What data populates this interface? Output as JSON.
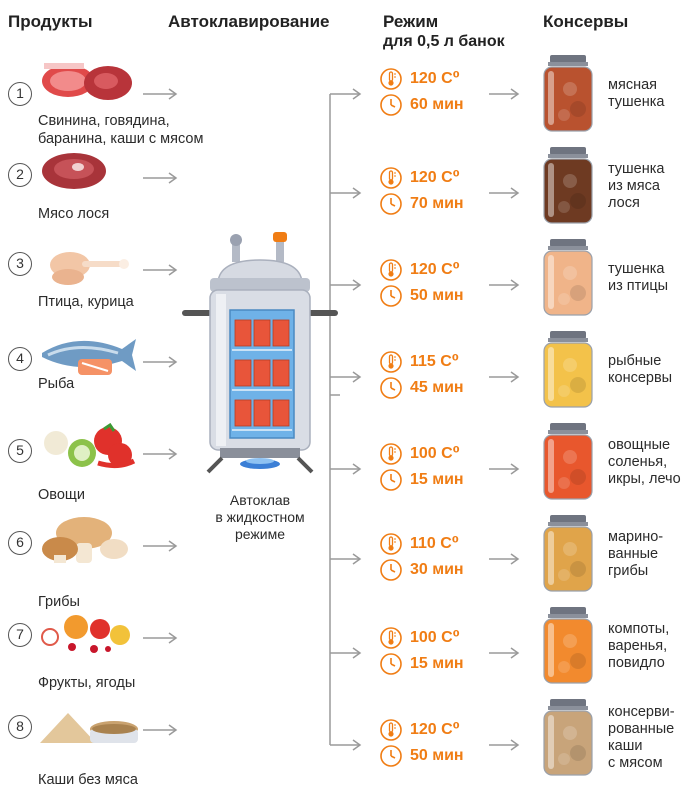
{
  "headers": {
    "products": "Продукты",
    "autoclaving": "Автоклавирование",
    "mode_line1": "Режим",
    "mode_line2": "для 0,5 л банок",
    "preserves": "Консервы"
  },
  "autoclave": {
    "label_line1": "Автоклав",
    "label_line2": "в жидкостном",
    "label_line3": "режиме"
  },
  "colors": {
    "accent": "#f07d14",
    "arrow": "#9a9a9a",
    "text": "#2b2b2b",
    "steel": "#c9cdd6",
    "rack_fill": "#e8553a"
  },
  "rows": [
    {
      "num": "1",
      "product": [
        "Свинина, говядина,",
        "баранина, каши с мясом"
      ],
      "temp": "120 C⁰",
      "time": "60 мин",
      "preserve": [
        "мясная",
        "тушенка"
      ],
      "food_icon": "meat-icon",
      "jar_color": "#b9522f"
    },
    {
      "num": "2",
      "product": [
        "Мясо лося"
      ],
      "temp": "120 C⁰",
      "time": "70 мин",
      "preserve": [
        "тушенка",
        "из мяса",
        "лося"
      ],
      "food_icon": "elk-meat-icon",
      "jar_color": "#6e3a22"
    },
    {
      "num": "3",
      "product": [
        "Птица, курица"
      ],
      "temp": "120 C⁰",
      "time": "50 мин",
      "preserve": [
        "тушенка",
        "из птицы"
      ],
      "food_icon": "chicken-icon",
      "jar_color": "#f0b489"
    },
    {
      "num": "4",
      "product": [
        "Рыба"
      ],
      "temp": "115 C⁰",
      "time": "45 мин",
      "preserve": [
        "рыбные",
        "консервы"
      ],
      "food_icon": "fish-icon",
      "jar_color": "#f3c24a"
    },
    {
      "num": "5",
      "product": [
        "Овощи"
      ],
      "temp": "100 C⁰",
      "time": "15 мин",
      "preserve": [
        "овощные",
        "соленья,",
        "икры, лечо"
      ],
      "food_icon": "vegetables-icon",
      "jar_color": "#e8572d"
    },
    {
      "num": "6",
      "product": [
        "Грибы"
      ],
      "temp": "110 C⁰",
      "time": "30 мин",
      "preserve": [
        "марино-",
        "ванные",
        "грибы"
      ],
      "food_icon": "mushrooms-icon",
      "jar_color": "#e0a44a"
    },
    {
      "num": "7",
      "product": [
        "Фрукты, ягоды"
      ],
      "temp": "100 C⁰",
      "time": "15 мин",
      "preserve": [
        "компоты,",
        "варенья,",
        "повидло"
      ],
      "food_icon": "fruits-icon",
      "jar_color": "#f28a2e"
    },
    {
      "num": "8",
      "product": [
        "Каши без мяса"
      ],
      "temp": "120 C⁰",
      "time": "50 мин",
      "preserve": [
        "консерви-",
        "рованные",
        "каши",
        "с мясом"
      ],
      "food_icon": "porridge-icon",
      "jar_color": "#c8a47a"
    }
  ]
}
